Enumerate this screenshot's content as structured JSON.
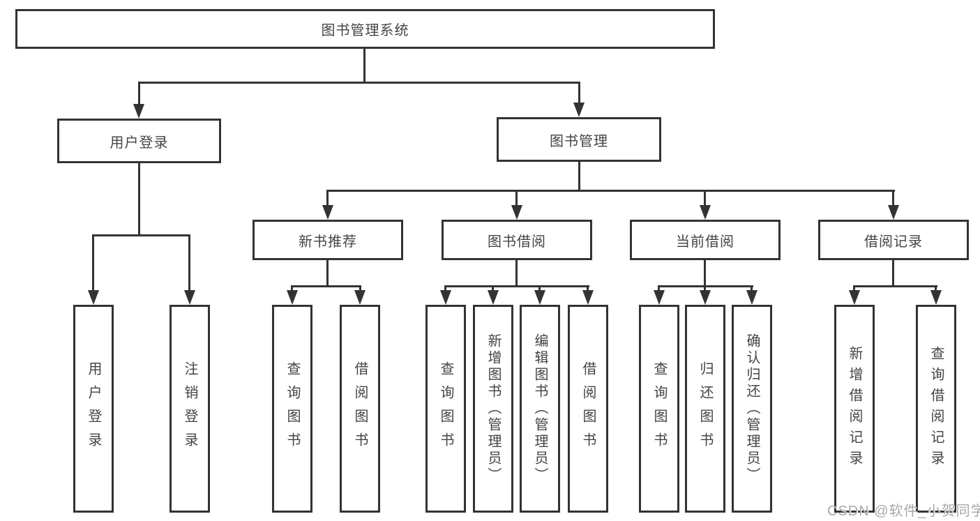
{
  "diagram": {
    "root_label": "图书管理系统",
    "level2": {
      "user_login": "用户登录",
      "book_management": "图书管理"
    },
    "level3": {
      "new_book_recommend": "新书推荐",
      "book_borrow": "图书借阅",
      "current_borrow": "当前借阅",
      "borrow_records": "借阅记录"
    },
    "leaves": {
      "user_login": "用户登录",
      "logout": "注销登录",
      "query_books_nb": "查询图书",
      "borrow_books_nb": "借阅图书",
      "query_books_bb": "查询图书",
      "add_books_admin": "新增图书（管理员）",
      "edit_books_admin": "编辑图书（管理员）",
      "borrow_books_bb": "借阅图书",
      "query_books_cb": "查询图书",
      "return_books": "归还图书",
      "confirm_return_admin": "确认归还（管理员）",
      "add_borrow_record": "新增借阅记录",
      "query_borrow_record": "查询借阅记录"
    }
  },
  "watermark": {
    "text": "CSDN @软件_小贺同学"
  },
  "colors": {
    "line": "#333333",
    "box_border": "#333333",
    "text": "#444444",
    "watermark": "#a9a9a9",
    "background": "#ffffff"
  }
}
